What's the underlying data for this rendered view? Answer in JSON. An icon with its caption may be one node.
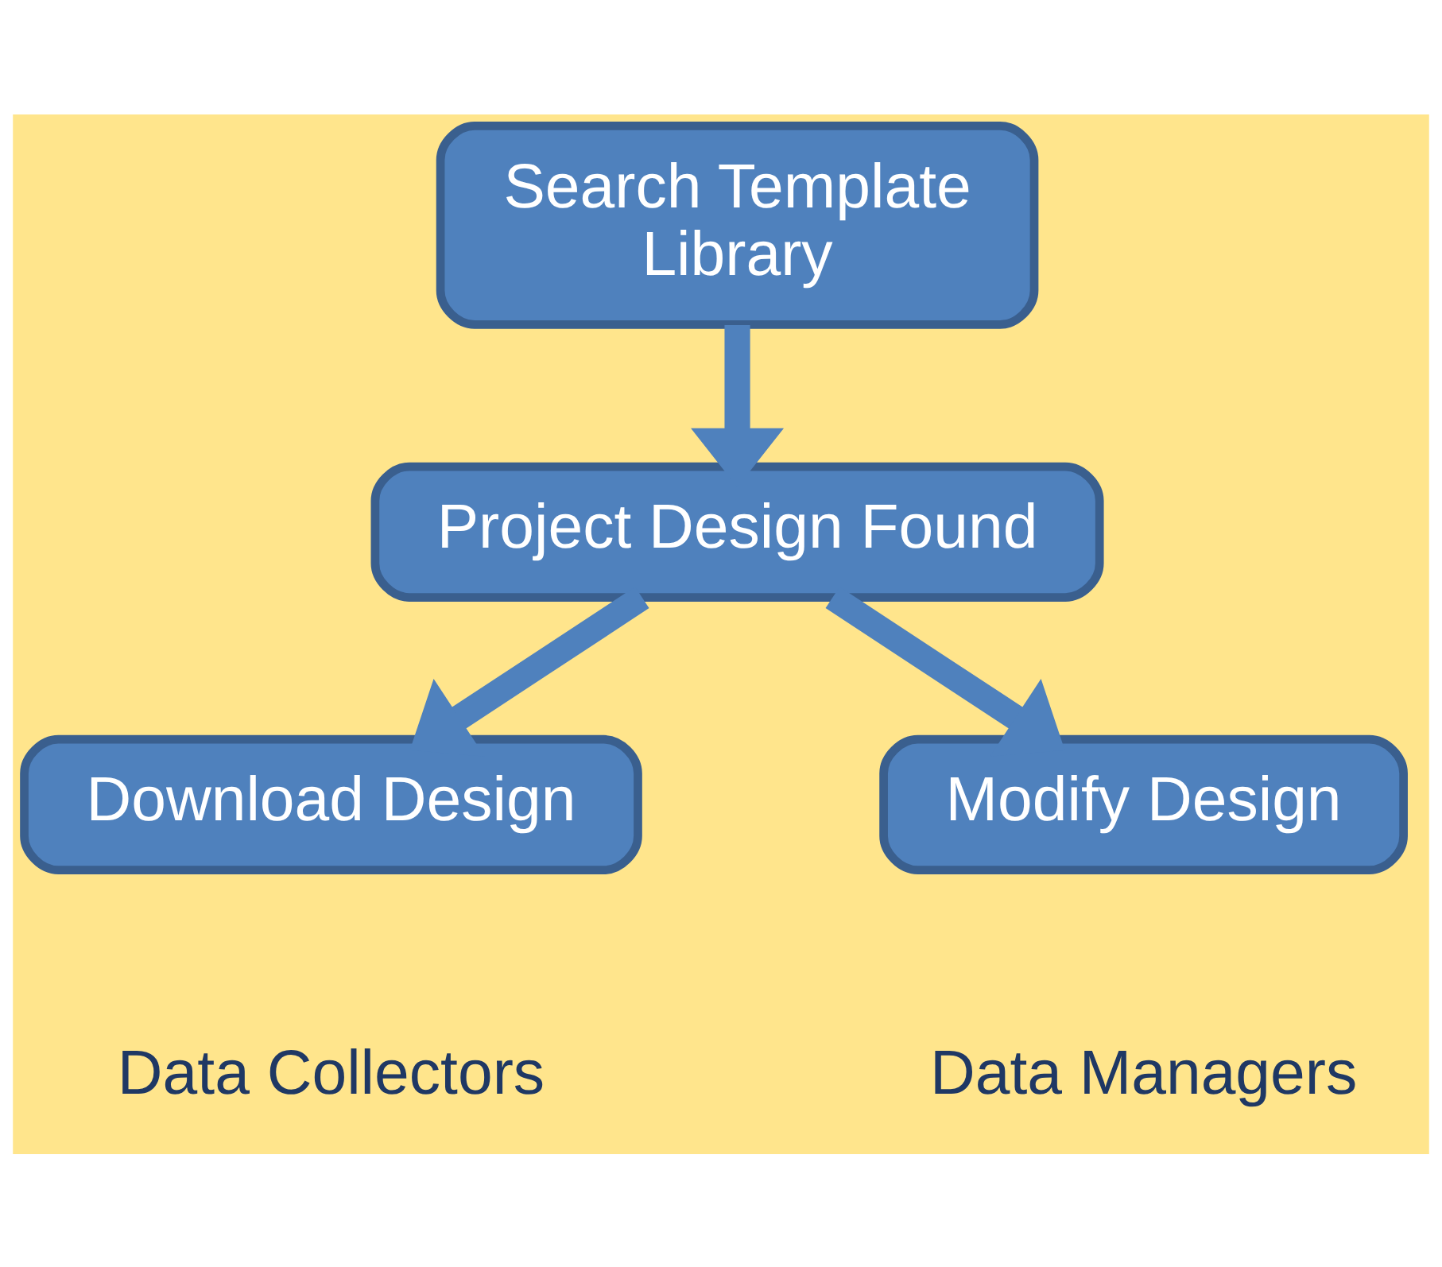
{
  "diagram": {
    "nodes": [
      {
        "text": [
          "Search Template Library"
        ]
      },
      {
        "text": [
          "Project Design Found"
        ]
      },
      {
        "text": [
          "Download Design"
        ],
        "beside": [
          "Data Collectors"
        ]
      },
      {
        "text": [
          "Modify Design"
        ],
        "beside": [
          "Data Managers"
        ]
      }
    ],
    "edges": [
      {
        "from": 0,
        "to": 1,
        "arrow": "to"
      },
      {
        "from": 1,
        "to": 2,
        "arrow": "to"
      },
      {
        "from": 1,
        "to": 3,
        "arrow": "to"
      }
    ]
  }
}
